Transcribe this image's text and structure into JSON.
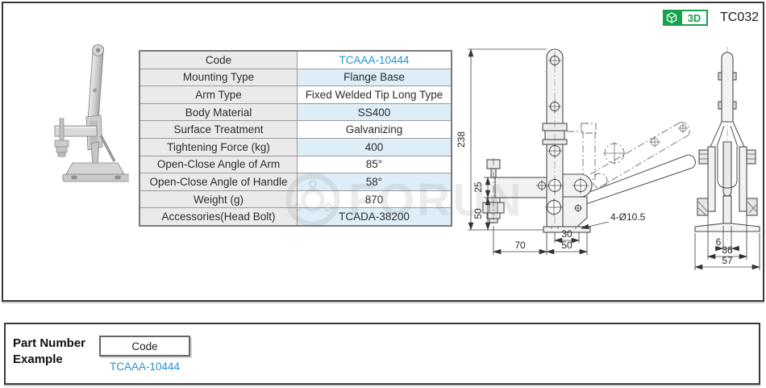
{
  "header": {
    "page_code": "TC032",
    "badge_3d_label": "3D"
  },
  "spec_table": {
    "rows": [
      {
        "label": "Code",
        "value": "TCAAA-10444"
      },
      {
        "label": "Mounting Type",
        "value": "Flange Base"
      },
      {
        "label": "Arm Type",
        "value": "Fixed Welded Tip Long Type"
      },
      {
        "label": "Body Material",
        "value": "SS400"
      },
      {
        "label": "Surface Treatment",
        "value": "Galvanizing"
      },
      {
        "label": "Tightening Force (kg)",
        "value": "400"
      },
      {
        "label": "Open-Close Angle of Arm",
        "value": "85°"
      },
      {
        "label": "Open-Close Angle of Handle",
        "value": "58°"
      },
      {
        "label": "Weight (g)",
        "value": "870"
      },
      {
        "label": "Accessories(Head Bolt)",
        "value": "TCADA-38200"
      }
    ]
  },
  "drawing": {
    "front_dims": {
      "overall_height": "238",
      "bar_height": "25",
      "base_height": "50",
      "left_span": "70",
      "hole_spacing": "30",
      "base_width": "50",
      "hole_callout": "4-Ø10.5"
    },
    "side_dims": {
      "web_width": "6",
      "fork_width": "36",
      "base_width": "57"
    }
  },
  "part_number_example": {
    "title_line1": "Part Number",
    "title_line2": "Example",
    "code_label": "Code",
    "code_value": "TCAAA-10444"
  },
  "watermark": {
    "text": "FORUN"
  },
  "colors": {
    "accent_blue": "#2095d5",
    "badge_green": "#17a34e",
    "row_blue": "#ddeef8",
    "label_gray": "#eaeaea"
  }
}
